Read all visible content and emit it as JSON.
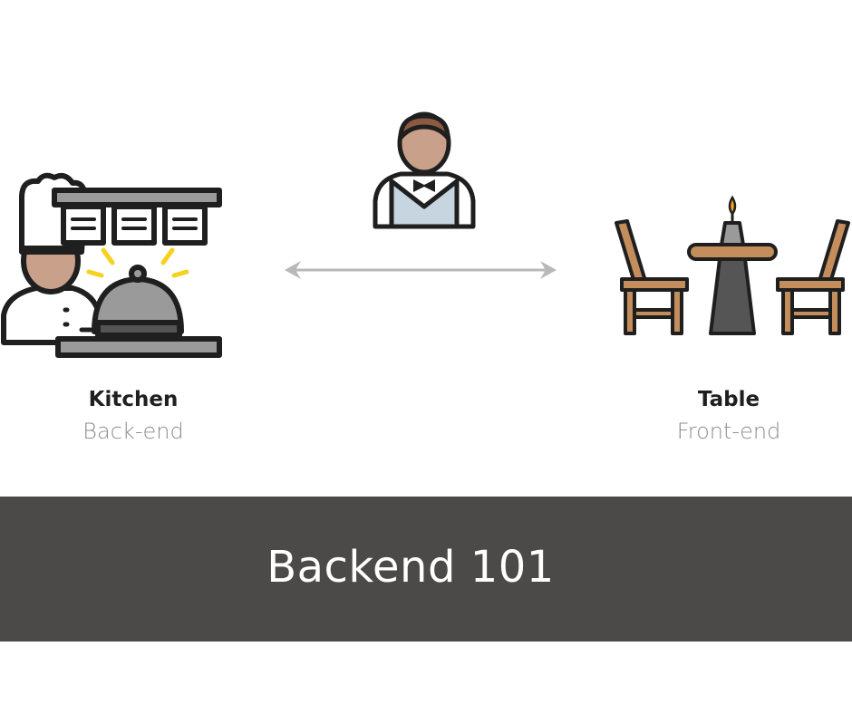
{
  "kitchen": {
    "title": "Kitchen",
    "subtitle": "Back-end"
  },
  "table": {
    "title": "Table",
    "subtitle": "Front-end"
  },
  "banner": {
    "title": "Backend 101"
  },
  "colors": {
    "banner_bg": "#4b4a48",
    "outline": "#1f1f1f",
    "skin": "#c9a18b",
    "chair_wood": "#c38d5c",
    "vest": "#c6d5df",
    "lamp_yellow": "#f6d21e",
    "arrow": "#b8b8b8"
  },
  "icons": [
    "chef-icon",
    "waiter-icon",
    "dining-table-icon",
    "double-arrow-icon"
  ]
}
